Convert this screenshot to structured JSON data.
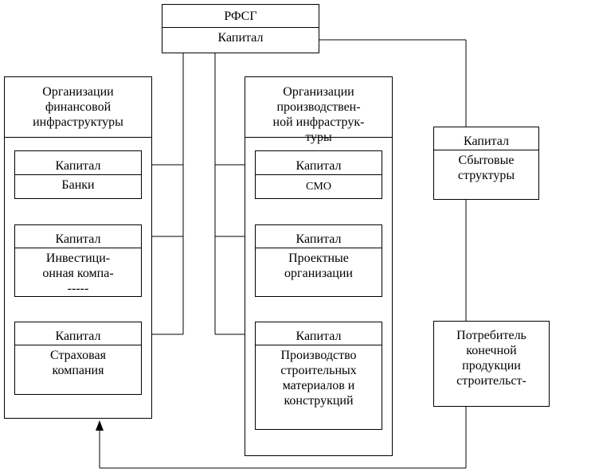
{
  "rfsg": {
    "title": "РФСГ",
    "capital": "Капитал"
  },
  "fin_group": {
    "title": "Организации\nфинансовой\nинфраструктуры",
    "banks": {
      "capital": "Капитал",
      "label": "Банки"
    },
    "invest": {
      "capital": "Капитал",
      "label": "Инвестици-\nонная компа-\n-----"
    },
    "insurance": {
      "capital": "Капитал",
      "label": "Страховая\nкомпания"
    }
  },
  "prod_group": {
    "title": "Организации\nпроизводствен-\nной инфраструк-\nтуры",
    "smo": {
      "capital": "Капитал",
      "label": "СМО"
    },
    "project": {
      "capital": "Капитал",
      "label": "Проектные\nорганизации"
    },
    "materials": {
      "capital": "Капитал",
      "label": "Производство\nстроительных\nматериалов и\nконструкций"
    }
  },
  "sales": {
    "capital": "Капитал",
    "label": "Сбытовые\nструктуры"
  },
  "consumer": {
    "label": "Потребитель\nконечной\nпродукции\nстроительст-"
  }
}
